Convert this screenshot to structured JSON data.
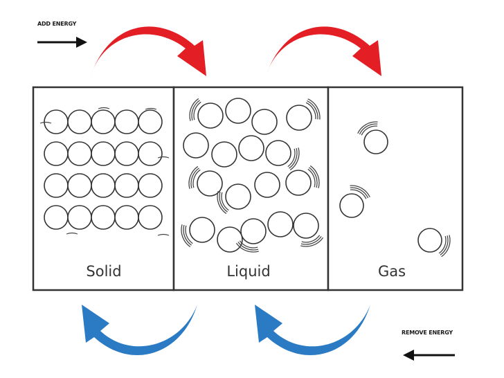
{
  "energy": {
    "add_label": "ADD ENERGY",
    "remove_label": "REMOVE ENERGY"
  },
  "phases": [
    {
      "label": "Solid"
    },
    {
      "label": "Liquid"
    },
    {
      "label": "Gas"
    }
  ],
  "colors": {
    "add_arrow": "#e31e24",
    "remove_arrow": "#2b7bc4",
    "outline": "#333333"
  },
  "icons": {
    "add": "red-curved-arrow-icon",
    "remove": "blue-curved-arrow-icon"
  }
}
